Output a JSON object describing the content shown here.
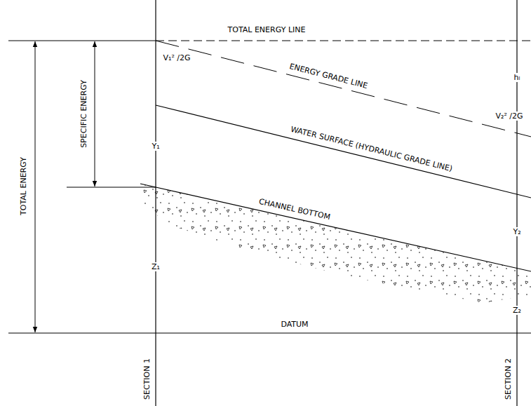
{
  "diagram": {
    "labels": [
      "TOTAL ENERGY LINE",
      "ENERGY GRADE LINE",
      "V₁² /2G",
      "WATER SURFACE (HYDRAULIC GRADE LINE)",
      "hₗ",
      "V₂² /2G",
      "Y₁",
      "SPECIFIC ENERGY",
      "TOTAL ENERGY",
      "CHANNEL BOTTOM",
      "Y₂",
      "Z₁",
      "Z₂",
      "DATUM",
      "SECTION 1",
      "SECTION 2"
    ]
  }
}
